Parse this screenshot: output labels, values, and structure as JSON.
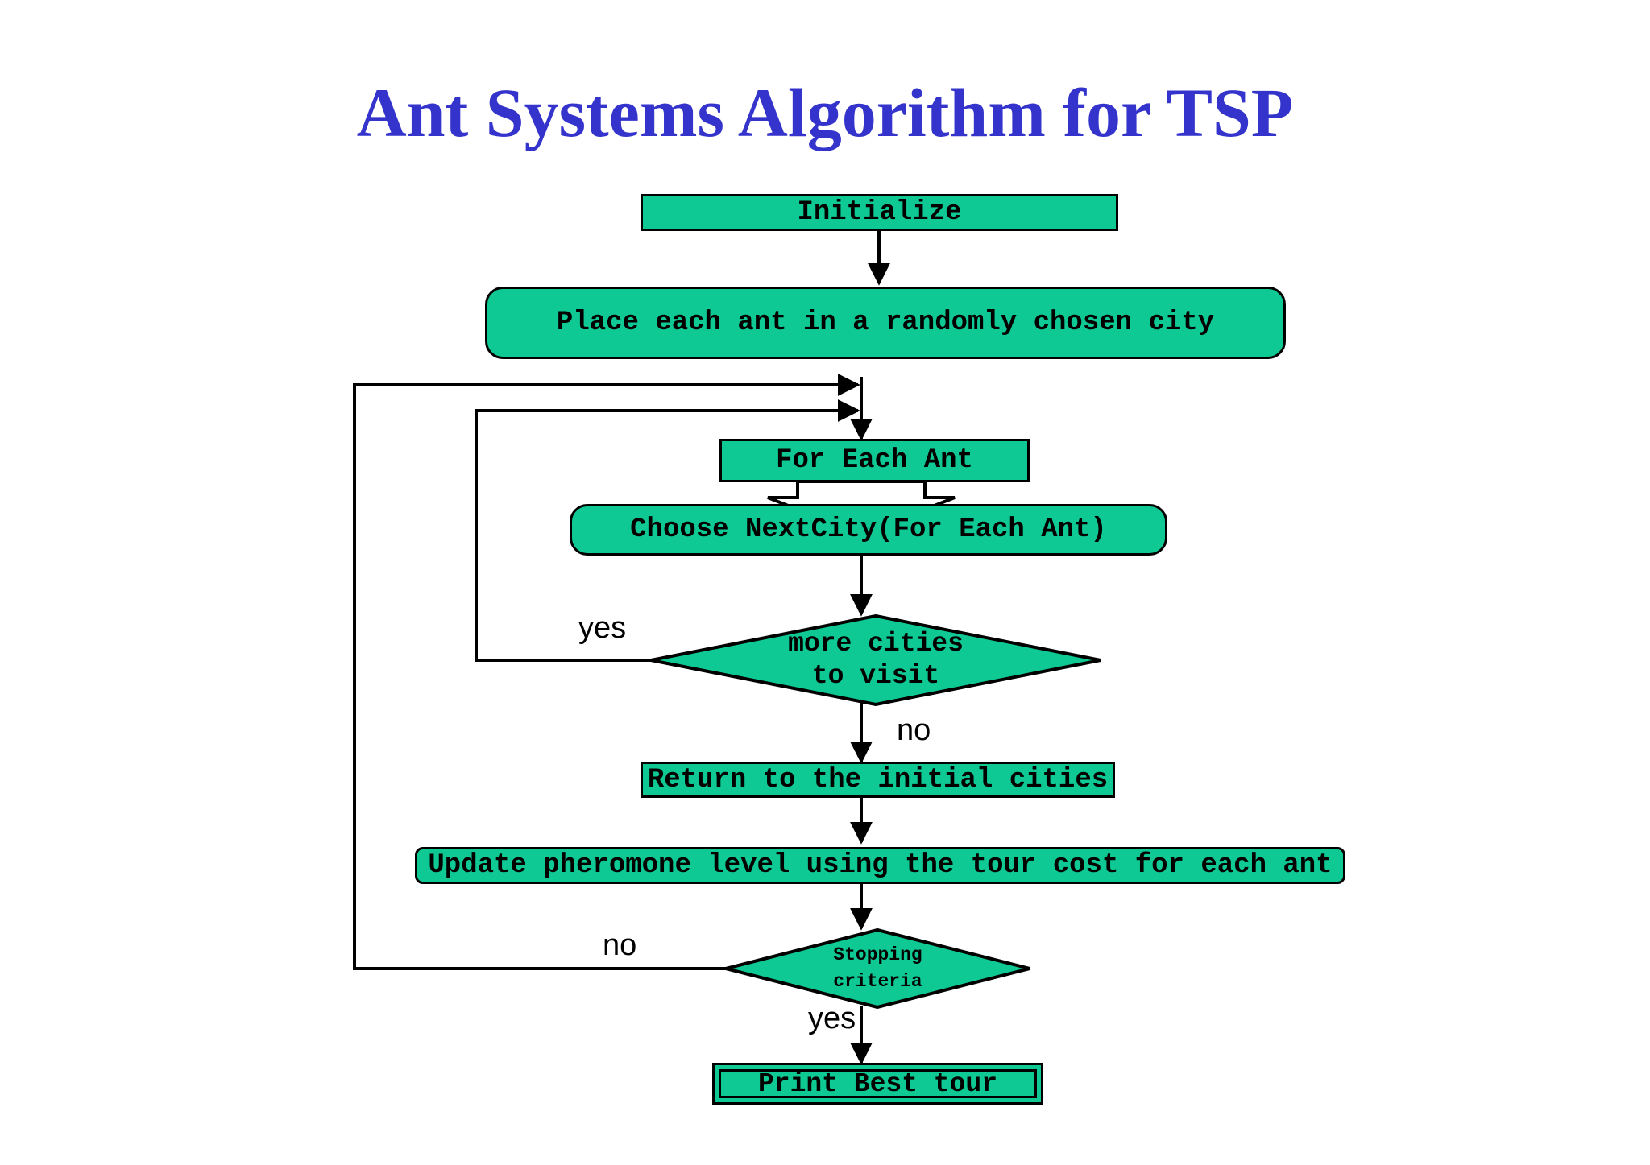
{
  "slide": {
    "title": "Ant Systems Algorithm for TSP",
    "title_color": "#3434cc",
    "background_color": "#ffffff"
  },
  "theme": {
    "node_fill": "#0fc994",
    "node_stroke": "#000000",
    "connector_color": "#000000",
    "text_color": "#000000"
  },
  "flowchart": {
    "type": "flowchart",
    "nodes": [
      {
        "id": "initialize",
        "shape": "rectangle",
        "label": "Initialize"
      },
      {
        "id": "place_ants",
        "shape": "rounded-rectangle",
        "label": "Place each ant in a randomly chosen city"
      },
      {
        "id": "for_each_ant",
        "shape": "rectangle",
        "label": "For Each Ant"
      },
      {
        "id": "choose_next",
        "shape": "rounded-rectangle",
        "label": "Choose NextCity(For Each Ant)"
      },
      {
        "id": "more_cities",
        "shape": "diamond",
        "label": "more cities\nto visit",
        "line1": "more cities",
        "line2": "to visit"
      },
      {
        "id": "return_init",
        "shape": "rectangle",
        "label": "Return to the initial cities"
      },
      {
        "id": "update_pher",
        "shape": "rounded-rectangle",
        "label": "Update pheromone level using the tour cost for each ant"
      },
      {
        "id": "stopping",
        "shape": "diamond",
        "label": "Stopping\ncriteria",
        "line1": "Stopping",
        "line2": "criteria"
      },
      {
        "id": "print_tour",
        "shape": "beveled-rectangle",
        "label": "Print Best tour"
      }
    ],
    "edges": [
      {
        "from": "initialize",
        "to": "place_ants",
        "label": ""
      },
      {
        "from": "place_ants",
        "to": "for_each_ant",
        "label": ""
      },
      {
        "from": "for_each_ant",
        "to": "choose_next",
        "label": "",
        "style": "block-arrow"
      },
      {
        "from": "choose_next",
        "to": "more_cities",
        "label": ""
      },
      {
        "from": "more_cities",
        "to": "for_each_ant",
        "label": "yes",
        "style": "loop-back-inner"
      },
      {
        "from": "more_cities",
        "to": "return_init",
        "label": "no"
      },
      {
        "from": "return_init",
        "to": "update_pher",
        "label": ""
      },
      {
        "from": "update_pher",
        "to": "stopping",
        "label": ""
      },
      {
        "from": "stopping",
        "to": "for_each_ant",
        "label": "no",
        "style": "loop-back-outer"
      },
      {
        "from": "stopping",
        "to": "print_tour",
        "label": "yes"
      }
    ],
    "edge_labels": {
      "more_cities_yes": "yes",
      "more_cities_no": "no",
      "stopping_no": "no",
      "stopping_yes": "yes"
    }
  }
}
